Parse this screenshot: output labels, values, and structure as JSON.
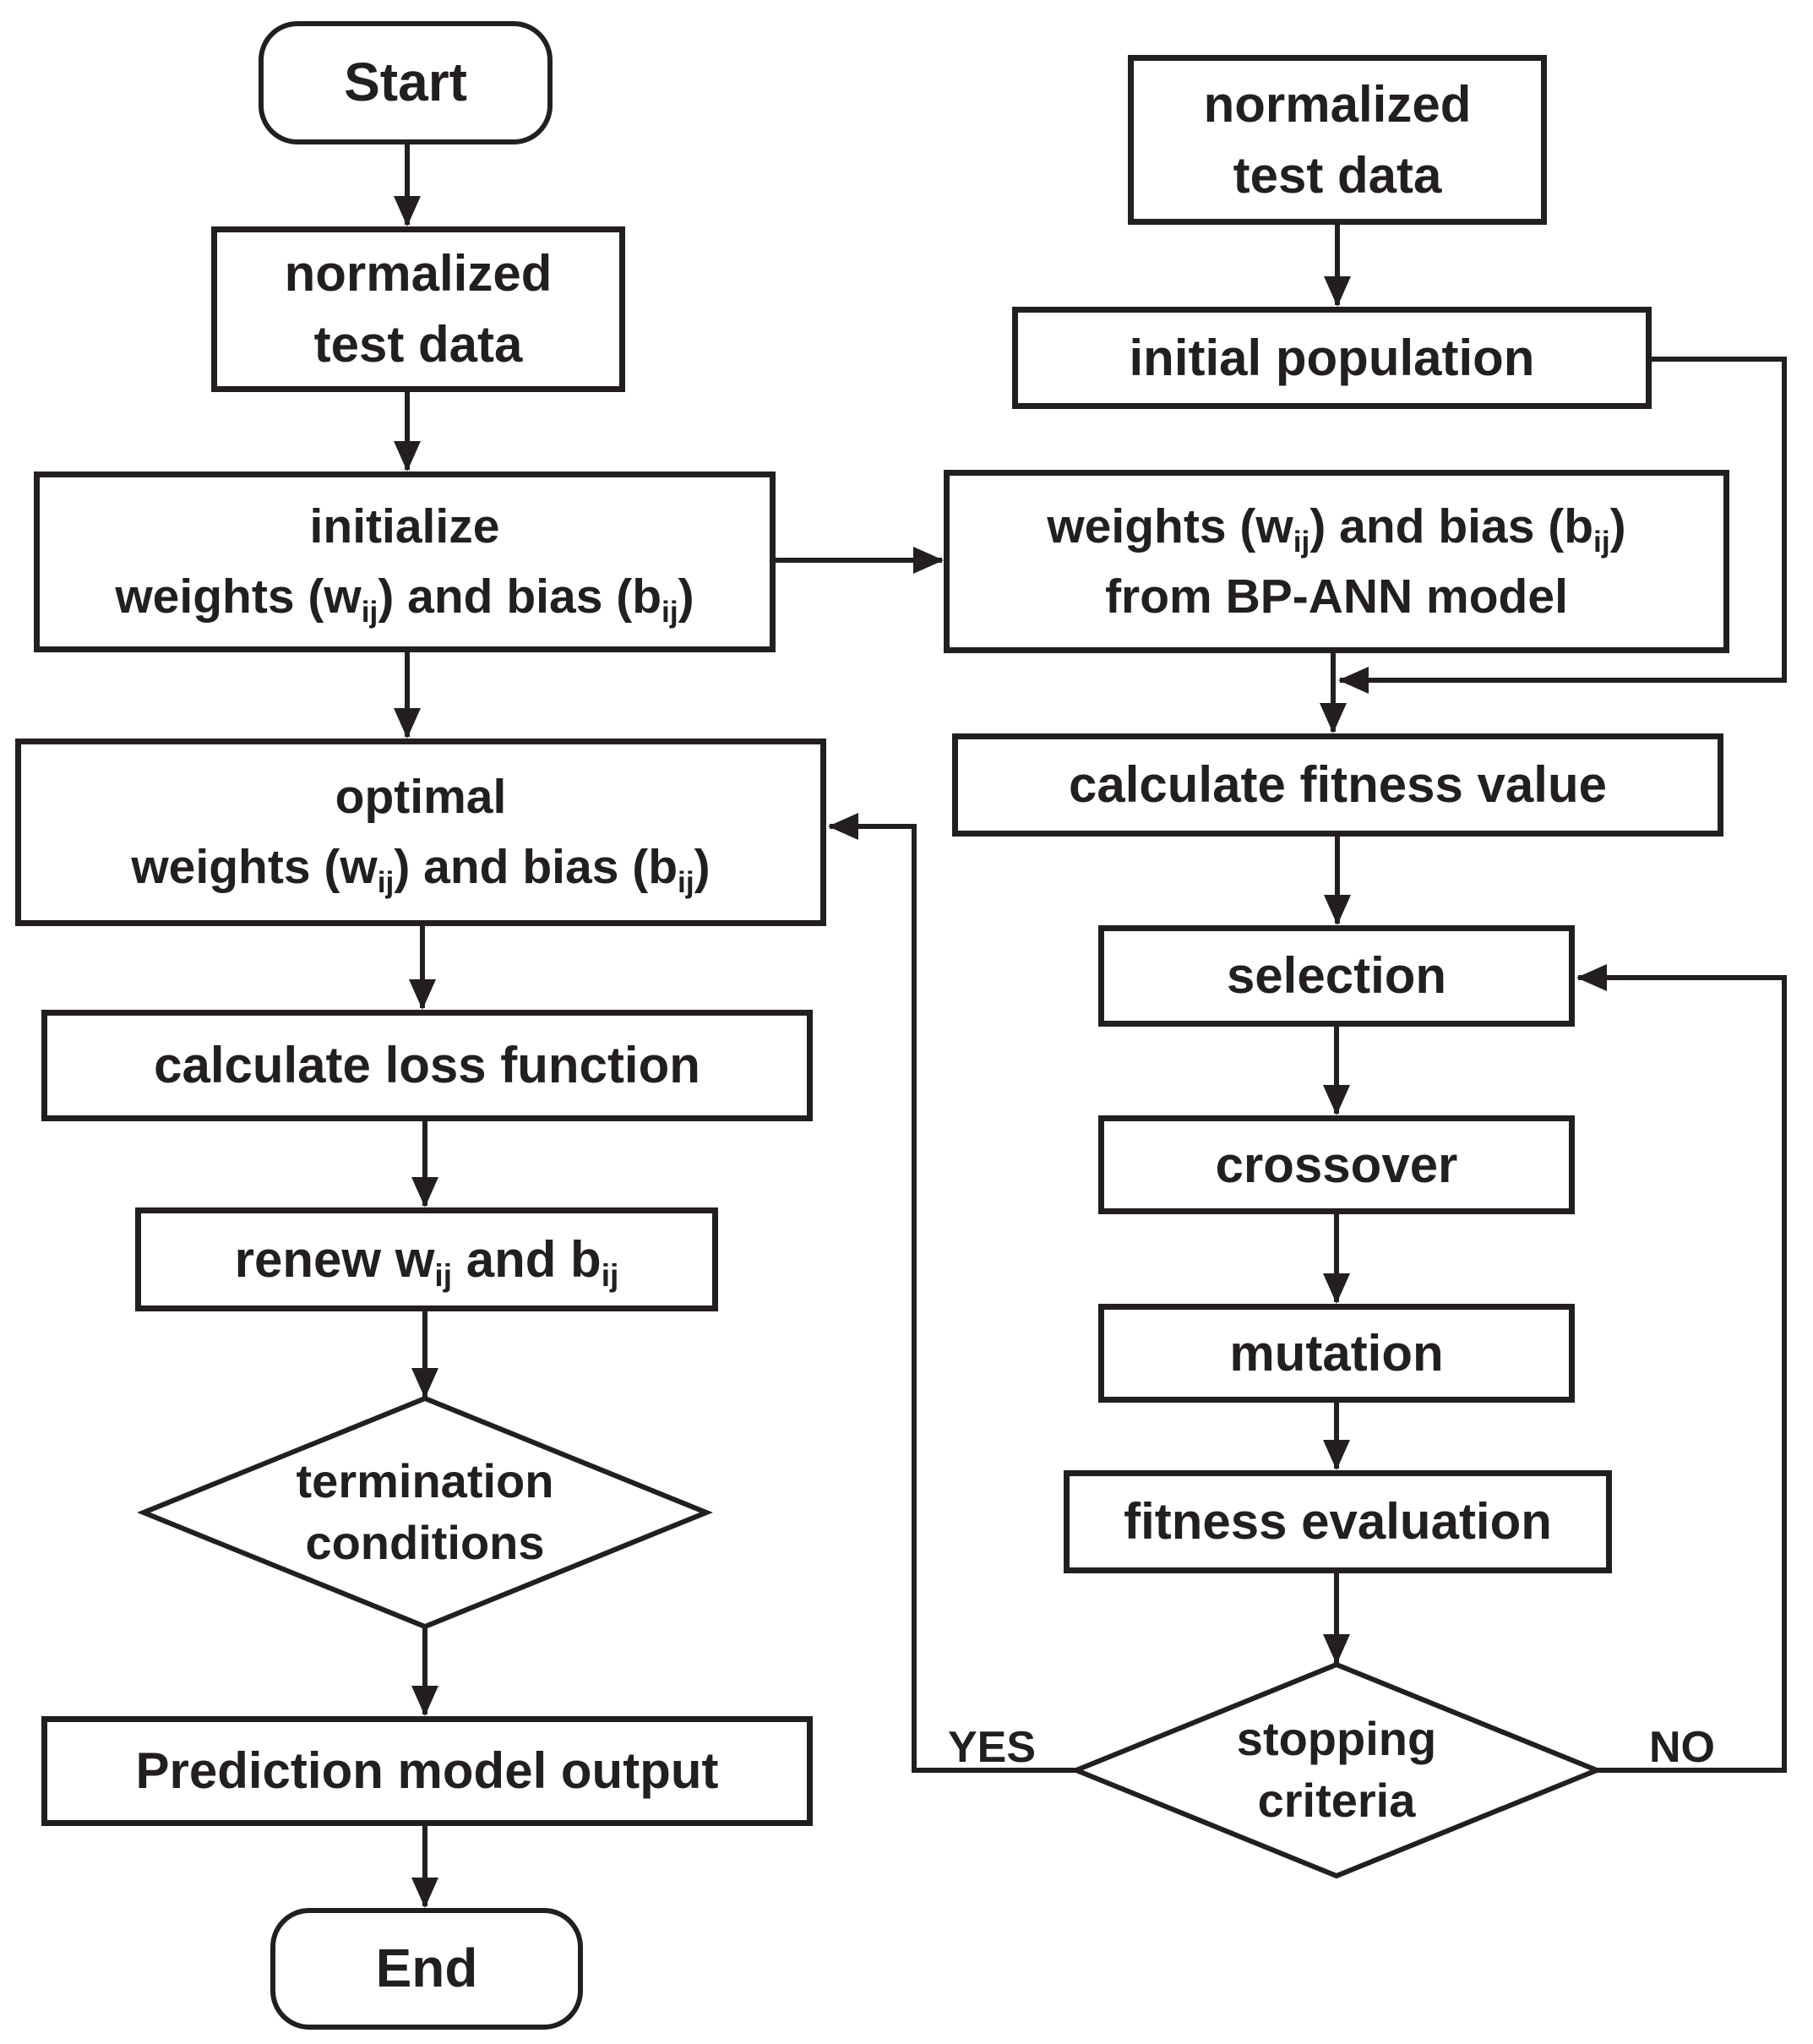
{
  "colors": {
    "ink": "#231f20",
    "background": "#ffffff"
  },
  "diagram": {
    "nodes": {
      "start": {
        "label": "Start",
        "shape": "rounded"
      },
      "normalized_test_data_left": {
        "label": "normalized\ntest data",
        "shape": "rect"
      },
      "initialize_weights_bias": {
        "label": "initialize\nweights (w_{ij}) and bias (b_{ij})",
        "shape": "rect"
      },
      "optimal_weights_bias": {
        "label": "optimal\nweights (w_{ij}) and bias (b_{ij})",
        "shape": "rect"
      },
      "calculate_loss_function": {
        "label": "calculate loss function",
        "shape": "rect"
      },
      "renew_weights_bias": {
        "label": "renew w_{ij} and b_{ij}",
        "shape": "rect"
      },
      "termination_conditions": {
        "label": "termination\nconditions",
        "shape": "diamond"
      },
      "prediction_model_output": {
        "label": "Prediction model output",
        "shape": "rect"
      },
      "end": {
        "label": "End",
        "shape": "rounded"
      },
      "normalized_test_data_right": {
        "label": "normalized\ntest data",
        "shape": "rect"
      },
      "initial_population": {
        "label": "initial population",
        "shape": "rect"
      },
      "weights_bias_from_bp_ann": {
        "label": "weights (w_{ij}) and bias (b_{ij})\nfrom BP-ANN model",
        "shape": "rect"
      },
      "calculate_fitness_value": {
        "label": "calculate fitness value",
        "shape": "rect"
      },
      "selection": {
        "label": "selection",
        "shape": "rect"
      },
      "crossover": {
        "label": "crossover",
        "shape": "rect"
      },
      "mutation": {
        "label": "mutation",
        "shape": "rect"
      },
      "fitness_evaluation": {
        "label": "fitness evaluation",
        "shape": "rect"
      },
      "stopping_criteria": {
        "label": "stopping\ncriteria",
        "shape": "diamond"
      }
    },
    "edge_labels": {
      "yes": "YES",
      "no": "NO"
    }
  }
}
